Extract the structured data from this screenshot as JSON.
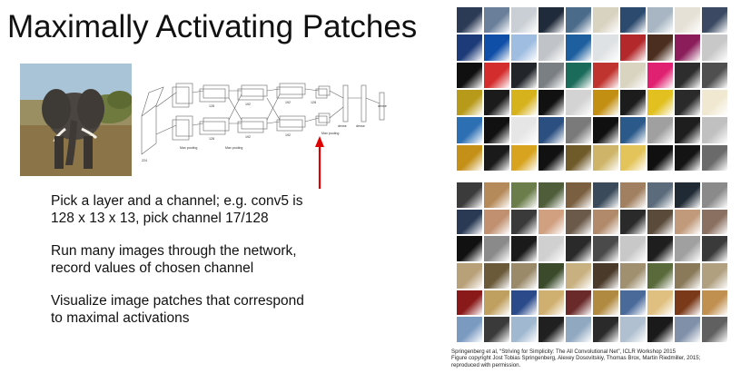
{
  "title": "Maximally Activating Patches",
  "diagram_labels": {
    "max_pooling_1": "Max pooling",
    "max_pooling_2": "Max pooling",
    "max_pooling_3": "Max pooling",
    "dense_1": "dense",
    "dense_2": "dense",
    "dense_3": "dense"
  },
  "bullets": [
    "Pick a layer and a channel; e.g. conv5 is\n128 x 13 x 13, pick channel 17/128",
    "Run many images through the network,\nrecord values of chosen channel",
    "Visualize image patches that correspond\nto maximal activations"
  ],
  "citation": {
    "line1": "Springenberg et al, “Striving for Simplicity: The All Convolutional Net”, ICLR Workshop 2015",
    "line2": "Figure copyright Jost Tobias Springenberg, Alexey Dosovitskiy, Thomas Brox, Martin Riedmiller, 2015;",
    "line3": "reproduced with permission."
  },
  "colors": {
    "arrow": "#e00000",
    "grid1": [
      "#2b3a55",
      "#6a7f9a",
      "#c9cfd4",
      "#1f2a3a",
      "#4a6b8a",
      "#d8d2c0",
      "#2c4a6e",
      "#a7b6c2",
      "#e6e1d6",
      "#3b4a62",
      "#1d3b78",
      "#0f4fa8",
      "#9fbde0",
      "#c0c4c8",
      "#1d5f9f",
      "#dfe2e4",
      "#b3292b",
      "#4b2e1f",
      "#8a1d5a",
      "#c8c8c8",
      "#101010",
      "#d42d2d",
      "#22262a",
      "#7a7f84",
      "#1a6b5a",
      "#c0342f",
      "#d8d4c0",
      "#e02070",
      "#2d2d2d",
      "#4f4f4f",
      "#b79a1a",
      "#1b1b1b",
      "#d6b21c",
      "#111111",
      "#d3d3d3",
      "#c38f12",
      "#1c1c1c",
      "#e1c020",
      "#2a2a2a",
      "#f0e8d0",
      "#2d6fb3",
      "#111111",
      "#e6e6e6",
      "#2a4f80",
      "#7a7a7a",
      "#101010",
      "#2b5a8a",
      "#a0a0a0",
      "#1e1e1e",
      "#c0c0c0",
      "#c49018",
      "#1a1a1a",
      "#d8a420",
      "#111111",
      "#6f5a2a",
      "#cdb468",
      "#e3c45a",
      "#101010",
      "#141414",
      "#6a6a6a"
    ],
    "grid2": [
      "#3b3b3b",
      "#b58a5a",
      "#6b7d4a",
      "#4f5d3a",
      "#7a6040",
      "#3a4a5a",
      "#a08060",
      "#5b6b7b",
      "#202a35",
      "#8a8a8a",
      "#2a3a55",
      "#c09070",
      "#3a3a3a",
      "#d0a080",
      "#6b5a4a",
      "#b08a6a",
      "#2a2a2a",
      "#5a4a3a",
      "#c09a7a",
      "#8a7060",
      "#111111",
      "#8a8a8a",
      "#1a1a1a",
      "#d0d0d0",
      "#2a2a2a",
      "#4a4a4a",
      "#c8c8c8",
      "#1e1e1e",
      "#a0a0a0",
      "#3a3a3a",
      "#b8a078",
      "#6a5a3a",
      "#9a8a6a",
      "#3a4a2a",
      "#c8b080",
      "#4a3a2a",
      "#a09070",
      "#5a6a3a",
      "#8a7a5a",
      "#b0a080",
      "#8a1a1a",
      "#c0a060",
      "#2a4a8a",
      "#d0b070",
      "#6a2a2a",
      "#b08a40",
      "#4a6a9a",
      "#e0c080",
      "#7a3a1a",
      "#c09050",
      "#7a9ac0",
      "#3a3a3a",
      "#a0b8d0",
      "#202020",
      "#90a8c0",
      "#2a2a2a",
      "#b0c0d0",
      "#1a1a1a",
      "#8090a8",
      "#606060"
    ]
  }
}
